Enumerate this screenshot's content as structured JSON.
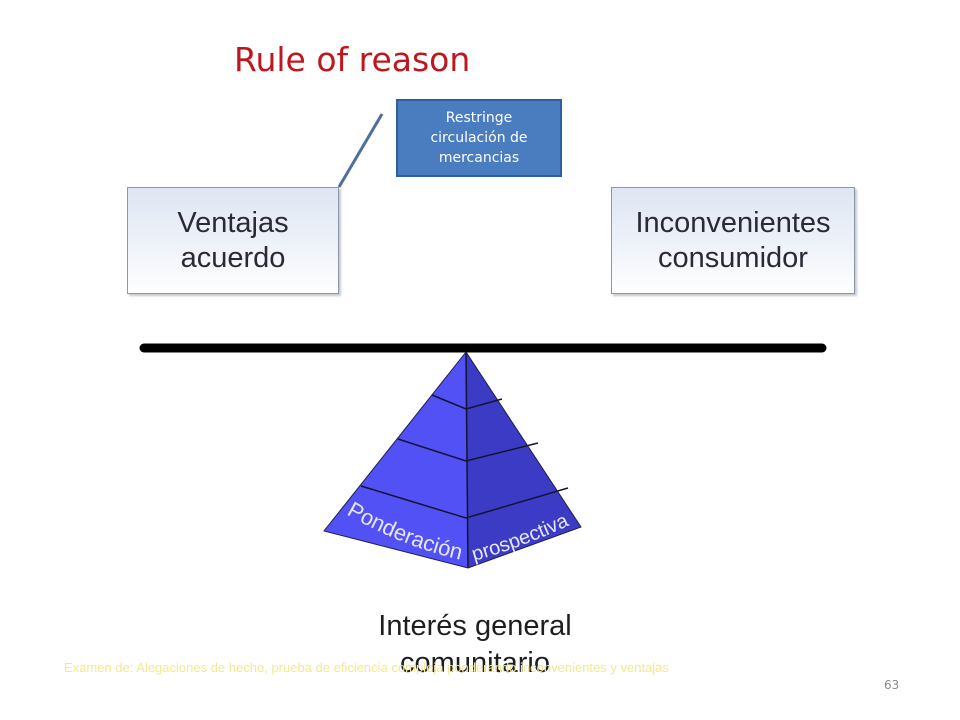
{
  "slide": {
    "title": "Rule of reason",
    "page_number": "63"
  },
  "callout": {
    "text": "Restringe circulación de mercancias"
  },
  "balance": {
    "left_box": "Ventajas\nacuerdo",
    "right_box": "Inconvenientes\nconsumidor"
  },
  "pyramid": {
    "label_left": "Ponderación",
    "label_right": "prospectiva",
    "base_label": "Interés general\ncomunitario"
  },
  "footnote": "Examen de: Alegaciones de hecho, prueba de eficiencia compleja ponderando inconvenientes y ventajas",
  "colors": {
    "title": "#c0161d",
    "callout_fill": "#4a7cc0",
    "pyramid_left": "#5151f5",
    "pyramid_right": "#3b3bc6",
    "beam": "#000000"
  }
}
